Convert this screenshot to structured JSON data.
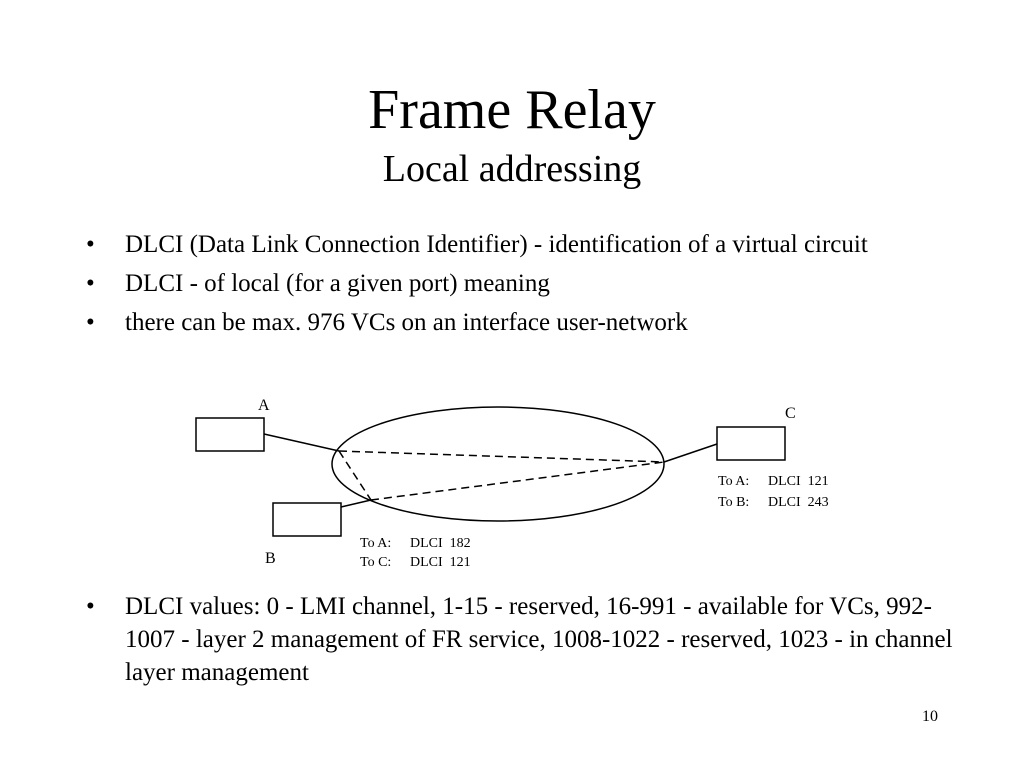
{
  "slide": {
    "title": "Frame Relay",
    "subtitle": "Local addressing",
    "page_number": "10"
  },
  "bullets": [
    "DLCI (Data Link Connection Identifier) - identification of a virtual circuit",
    "DLCI - of local (for a given port) meaning",
    "there can be max. 976 VCs on an interface user-network"
  ],
  "bullets_after": [
    "DLCI values: 0 - LMI channel, 1-15  - reserved, 16-991  - available for VCs, 992-1007  - layer 2 management of FR service, 1008-1022  - reserved, 1023  - in channel layer management"
  ],
  "diagram": {
    "nodes": {
      "a": "A",
      "b": "B",
      "c": "C"
    },
    "table_c": {
      "row1_dest": "To A:",
      "row1_dlci": "DLCI  121",
      "row2_dest": "To B:",
      "row2_dlci": "DLCI  243"
    },
    "table_b": {
      "row1_dest": "To A:",
      "row1_dlci": "DLCI  182",
      "row2_dest": "To C:",
      "row2_dlci": "DLCI  121"
    }
  }
}
